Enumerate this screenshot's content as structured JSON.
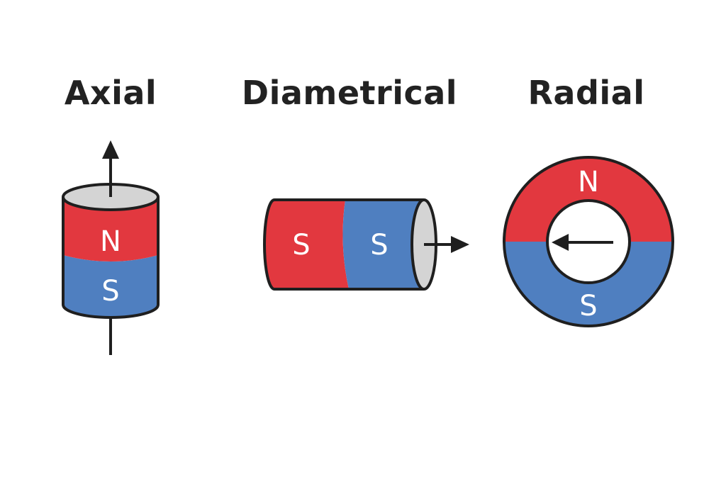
{
  "colors": {
    "north": "#e2383f",
    "south": "#4f7fc0",
    "face": "#d4d4d4",
    "outline": "#1f1f1f",
    "text": "#222222"
  },
  "panels": [
    {
      "title": "Axial",
      "top_pole": "N",
      "bottom_pole": "S"
    },
    {
      "title": "Diametrical",
      "left_pole": "S",
      "right_pole": "S"
    },
    {
      "title": "Radial",
      "outer_top_pole": "N",
      "outer_bottom_pole": "S"
    }
  ]
}
